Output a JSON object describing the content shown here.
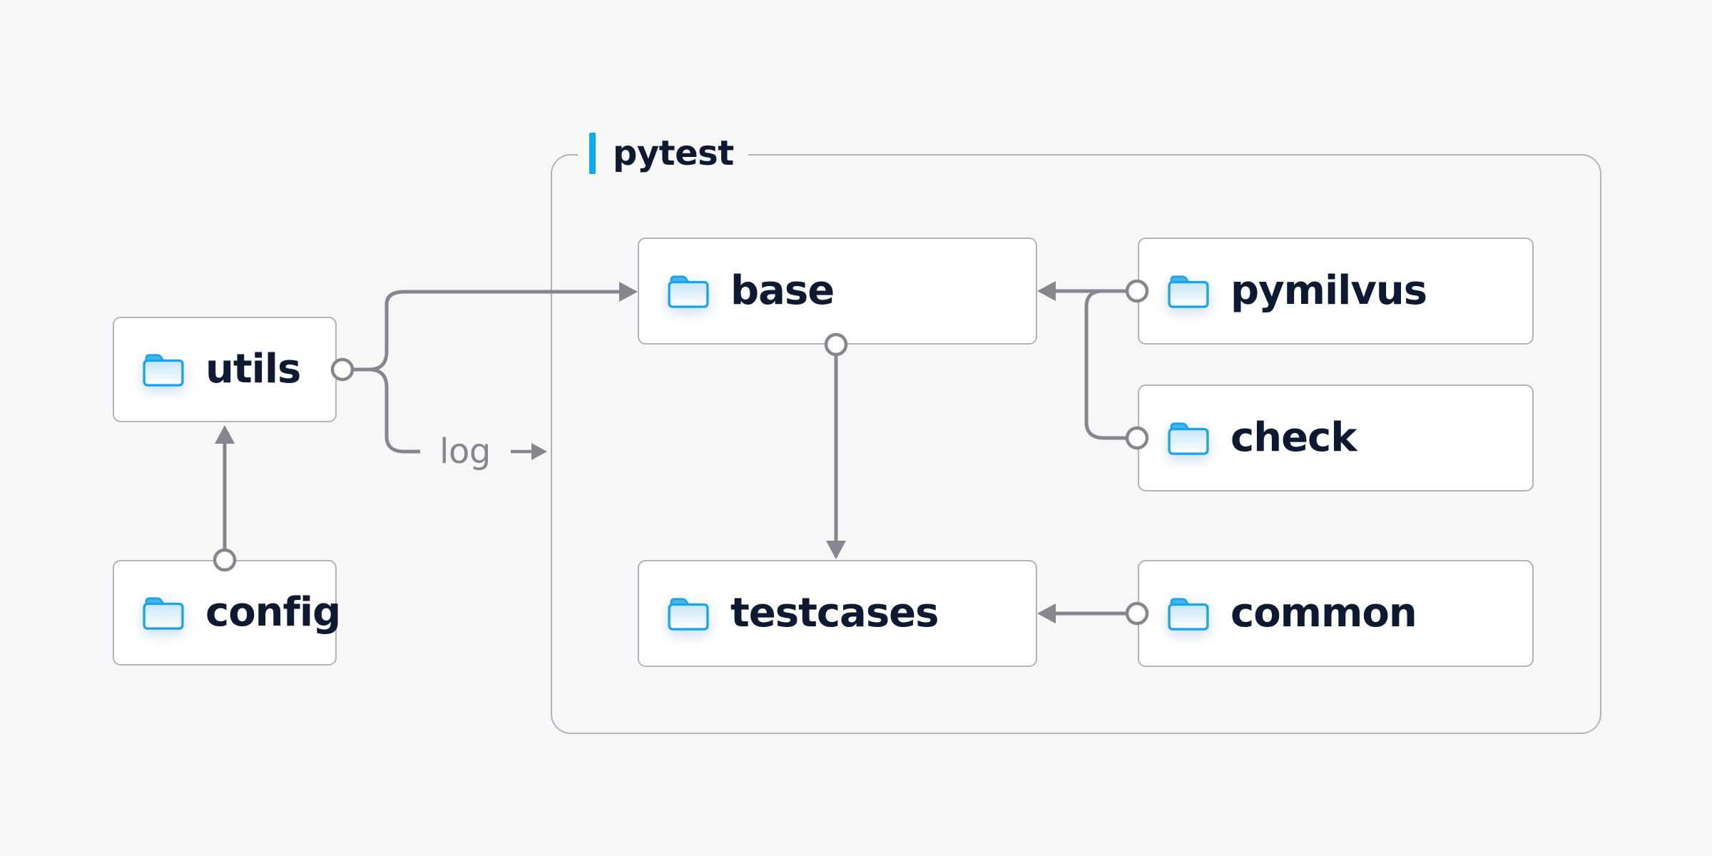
{
  "diagram": {
    "group_label": "pytest",
    "edge_label": "log",
    "nodes": {
      "utils": {
        "label": "utils",
        "icon": "folder-icon"
      },
      "config": {
        "label": "config",
        "icon": "folder-icon"
      },
      "base": {
        "label": "base",
        "icon": "folder-icon"
      },
      "pymilvus": {
        "label": "pymilvus",
        "icon": "folder-icon"
      },
      "check": {
        "label": "check",
        "icon": "folder-icon"
      },
      "testcases": {
        "label": "testcases",
        "icon": "folder-icon"
      },
      "common": {
        "label": "common",
        "icon": "folder-icon"
      }
    },
    "edges": [
      {
        "from": "config",
        "to": "utils",
        "style": "arrow"
      },
      {
        "from": "utils",
        "to": "base",
        "style": "arrow"
      },
      {
        "from": "utils",
        "to": "pytest-group",
        "label": "log",
        "style": "arrow"
      },
      {
        "from": "base",
        "to": "testcases",
        "style": "arrow"
      },
      {
        "from": "pymilvus",
        "to": "base",
        "style": "arrow"
      },
      {
        "from": "check",
        "to": "base",
        "style": "arrow"
      },
      {
        "from": "common",
        "to": "testcases",
        "style": "arrow"
      }
    ],
    "colors": {
      "background": "#f7f7f8",
      "node_background": "#ffffff",
      "node_border": "#b3b3bd",
      "node_text": "#0d1a31",
      "connector": "#86868f",
      "edge_label_text": "#86868f",
      "accent_bar": "#0caaf2",
      "folder_blue": "#1ba4ee"
    }
  }
}
